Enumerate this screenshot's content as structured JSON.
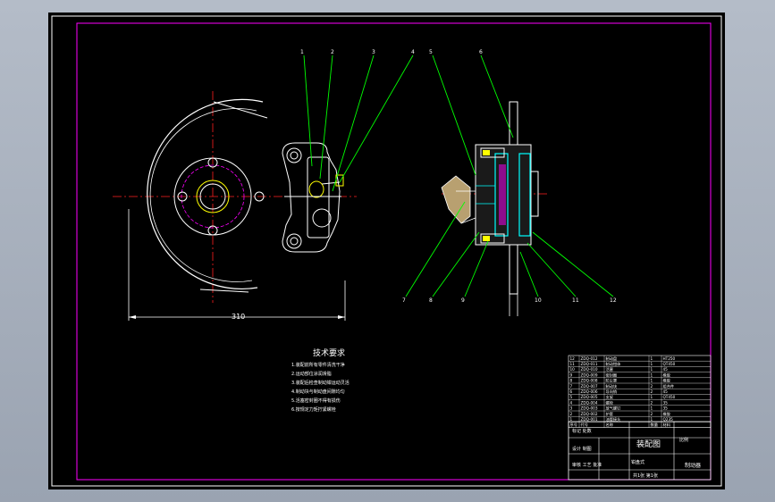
{
  "title_block": {
    "name": "装配图",
    "mid_label": "钳盘式",
    "right_label": "制动器",
    "bottom_label": "共1张 第1张",
    "row_label": "标记 处数",
    "left_label": "设计 制图",
    "scale_label": "比例",
    "approve_label": "审核 工艺 批准"
  },
  "dimension": {
    "diameter_label": "310"
  },
  "notes": {
    "heading": "技术要求",
    "lines": [
      "1.装配前所有零件清洗干净",
      "2.运动部位涂润滑脂",
      "3.装配后检查制动钳运动灵活",
      "4.制动块与制动盘间隙均匀",
      "5.活塞密封圈不得有损伤",
      "6.按规定力矩拧紧螺栓"
    ]
  },
  "balloons": [
    "1",
    "2",
    "3",
    "4",
    "5",
    "6",
    "7",
    "8",
    "9",
    "10",
    "11",
    "12"
  ],
  "parts_list": {
    "headers": [
      "序号",
      "代号",
      "名称",
      "数量",
      "材料"
    ],
    "rows": [
      [
        "12",
        "ZDQ-012",
        "制动盘",
        "1",
        "HT250"
      ],
      [
        "11",
        "ZDQ-011",
        "制动钳体",
        "1",
        "QT450"
      ],
      [
        "10",
        "ZDQ-010",
        "活塞",
        "1",
        "45"
      ],
      [
        "9",
        "ZDQ-009",
        "密封圈",
        "1",
        "橡胶"
      ],
      [
        "8",
        "ZDQ-008",
        "防尘罩",
        "1",
        "橡胶"
      ],
      [
        "7",
        "ZDQ-007",
        "制动块",
        "2",
        "组合件"
      ],
      [
        "6",
        "ZDQ-006",
        "导向销",
        "2",
        "45"
      ],
      [
        "5",
        "ZDQ-005",
        "支架",
        "1",
        "QT450"
      ],
      [
        "4",
        "ZDQ-004",
        "螺栓",
        "2",
        "35"
      ],
      [
        "3",
        "ZDQ-003",
        "放气螺钉",
        "1",
        "35"
      ],
      [
        "2",
        "ZDQ-002",
        "护套",
        "2",
        "橡胶"
      ],
      [
        "1",
        "ZDQ-001",
        "油管接头",
        "1",
        "Q235"
      ]
    ]
  },
  "colors": {
    "background": "#000000",
    "frame": "#ff00ff",
    "outer_border": "#ffffff",
    "leaders": "#00ff00",
    "centerline": "#ff2020",
    "hidden": "#ffff00",
    "section": "#00ffff"
  }
}
